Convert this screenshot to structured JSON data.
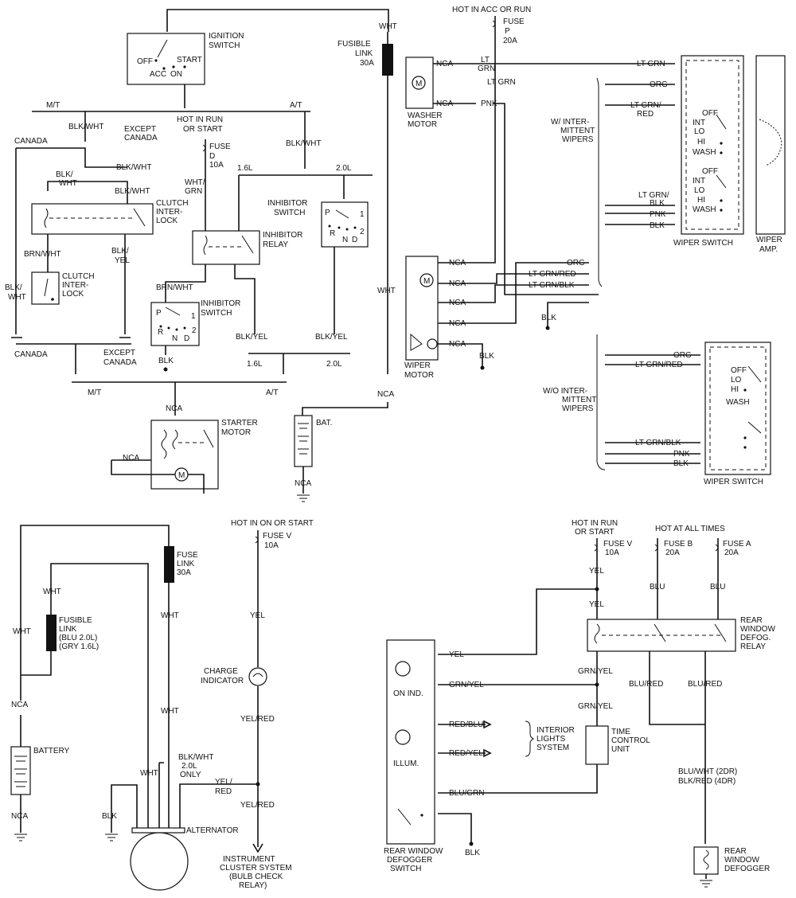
{
  "diagram": {
    "labels": {
      "hot_acc_run": "HOT IN ACC OR RUN",
      "fuse_p": "FUSE",
      "fuse_p_letter": "P",
      "fuse_p_amp": "20A",
      "ign_switch_1": "IGNITION",
      "ign_switch_2": "SWITCH",
      "off": "OFF",
      "start": "START",
      "acc": "ACC",
      "on": "ON",
      "wht": "WHT",
      "fusible_link_1": "FUSIBLE",
      "fusible_link_2": "LINK",
      "fusible_link_3": "30A",
      "mt": "M/T",
      "at": "A/T",
      "hot_run_start_1": "HOT IN RUN",
      "hot_run_start_2": "OR START",
      "blk_wht_1": "BLK/",
      "blk_wht_2": "WHT",
      "blk_wht": "BLK/WHT",
      "except_canada_1": "EXCEPT",
      "except_canada_2": "CANADA",
      "canada": "CANADA",
      "fuse_d_1": "FUSE",
      "fuse_d_2": "D",
      "fuse_d_3": "10A",
      "l16": "1.6L",
      "l20": "2.0L",
      "clutch_interlock_1": "CLUTCH",
      "clutch_interlock_2": "INTER-",
      "clutch_interlock_3": "LOCK",
      "wht_grn_1": "WHT/",
      "wht_grn_2": "GRN",
      "inhibitor_switch_1": "INHIBITOR",
      "inhibitor_switch_2": "SWITCH",
      "inhibitor_relay_1": "INHIBITOR",
      "inhibitor_relay_2": "RELAY",
      "brn_wht": "BRN/WHT",
      "blk_yel_1": "BLK/",
      "blk_yel_2": "YEL",
      "blk_yel": "BLK/YEL",
      "blk": "BLK",
      "p": "P",
      "r": "R",
      "n": "N",
      "d": "D",
      "one": "1",
      "two": "2",
      "nca": "NCA",
      "starter_1": "STARTER",
      "starter_2": "MOTOR",
      "bat": "BAT.",
      "lt_grn_1": "LT",
      "lt_grn_2": "GRN",
      "lt_grn": "LT GRN",
      "pnk": "PNK",
      "washer_1": "WASHER",
      "washer_2": "MOTOR",
      "org": "ORG",
      "lt_grn_red": "LT GRN/RED",
      "lt_grn_red_1": "LT GRN/",
      "lt_grn_red_2": "RED",
      "lt_grn_blk": "LT GRN/BLK",
      "lt_grn_blk_1": "LT GRN/",
      "wiper_motor_1": "WIPER",
      "wiper_motor_2": "MOTOR",
      "w_int_1": "W/ INTER-",
      "w_int_2": "MITTENT",
      "w_int_3": "WIPERS",
      "wo_int_1": "W/O INTER-",
      "wo_int_2": "MITTENT",
      "wo_int_3": "WIPERS",
      "sw_off": "OFF",
      "sw_int": "INT",
      "sw_lo": "LO",
      "sw_hi": "HI",
      "sw_wash": "WASH",
      "wiper_switch": "WIPER SWITCH",
      "wiper_amp_1": "WIPER",
      "wiper_amp_2": "AMP.",
      "hot_on_start": "HOT IN ON OR START",
      "fuse_v_1": "FUSE V",
      "fuse_v_2": "10A",
      "fuse_link_1": "FUSE",
      "fuse_link_2": "LINK",
      "fuse_link_3": "30A",
      "fl_blu_1": "FUSIBLE",
      "fl_blu_2": "LINK",
      "fl_blu_3": "(BLU 2.0L)",
      "fl_blu_4": "(GRY 1.6L)",
      "yel": "YEL",
      "charge_1": "CHARGE",
      "charge_2": "INDICATOR",
      "yel_red": "YEL/RED",
      "yel_red_1": "YEL/",
      "yel_red_2": "RED",
      "battery": "BATTERY",
      "blk_wht_20_1": "BLK/WHT",
      "blk_wht_20_2": "2.0L",
      "blk_wht_20_3": "ONLY",
      "alternator": "ALTERNATOR",
      "cluster_1": "INSTRUMENT",
      "cluster_2": "CLUSTER SYSTEM",
      "cluster_3": "(BULB CHECK",
      "cluster_4": "RELAY)",
      "hot_all_times": "HOT AT ALL TIMES",
      "fuse_b_1": "FUSE B",
      "fuse_b_2": "20A",
      "fuse_a_1": "FUSE A",
      "fuse_a_2": "20A",
      "blu": "BLU",
      "rear_defog_relay_1": "REAR",
      "rear_defog_relay_2": "WINDOW",
      "rear_defog_relay_3": "DEFOG.",
      "rear_defog_relay_4": "RELAY",
      "grn_yel": "GRN/YEL",
      "blu_red": "BLU/RED",
      "on_ind": "ON IND.",
      "red_blu": "RED/BLU",
      "red_yel": "RED/YEL",
      "interior_1": "INTERIOR",
      "interior_2": "LIGHTS",
      "interior_3": "SYSTEM",
      "time_1": "TIME",
      "time_2": "CONTROL",
      "time_3": "UNIT",
      "illum": "ILLUM.",
      "blu_grn": "BLU/GRN",
      "blu_wht_2dr": "BLU/WHT (2DR)",
      "blk_red_4dr": "BLK/RED (4DR)",
      "rw_switch_1": "REAR WINDOW",
      "rw_switch_2": "DEFOGGER",
      "rw_switch_3": "SWITCH",
      "rw_defogger_1": "REAR",
      "rw_defogger_2": "WINDOW",
      "rw_defogger_3": "DEFOGGER",
      "plus": "+",
      "minus": "−",
      "m": "M"
    }
  }
}
